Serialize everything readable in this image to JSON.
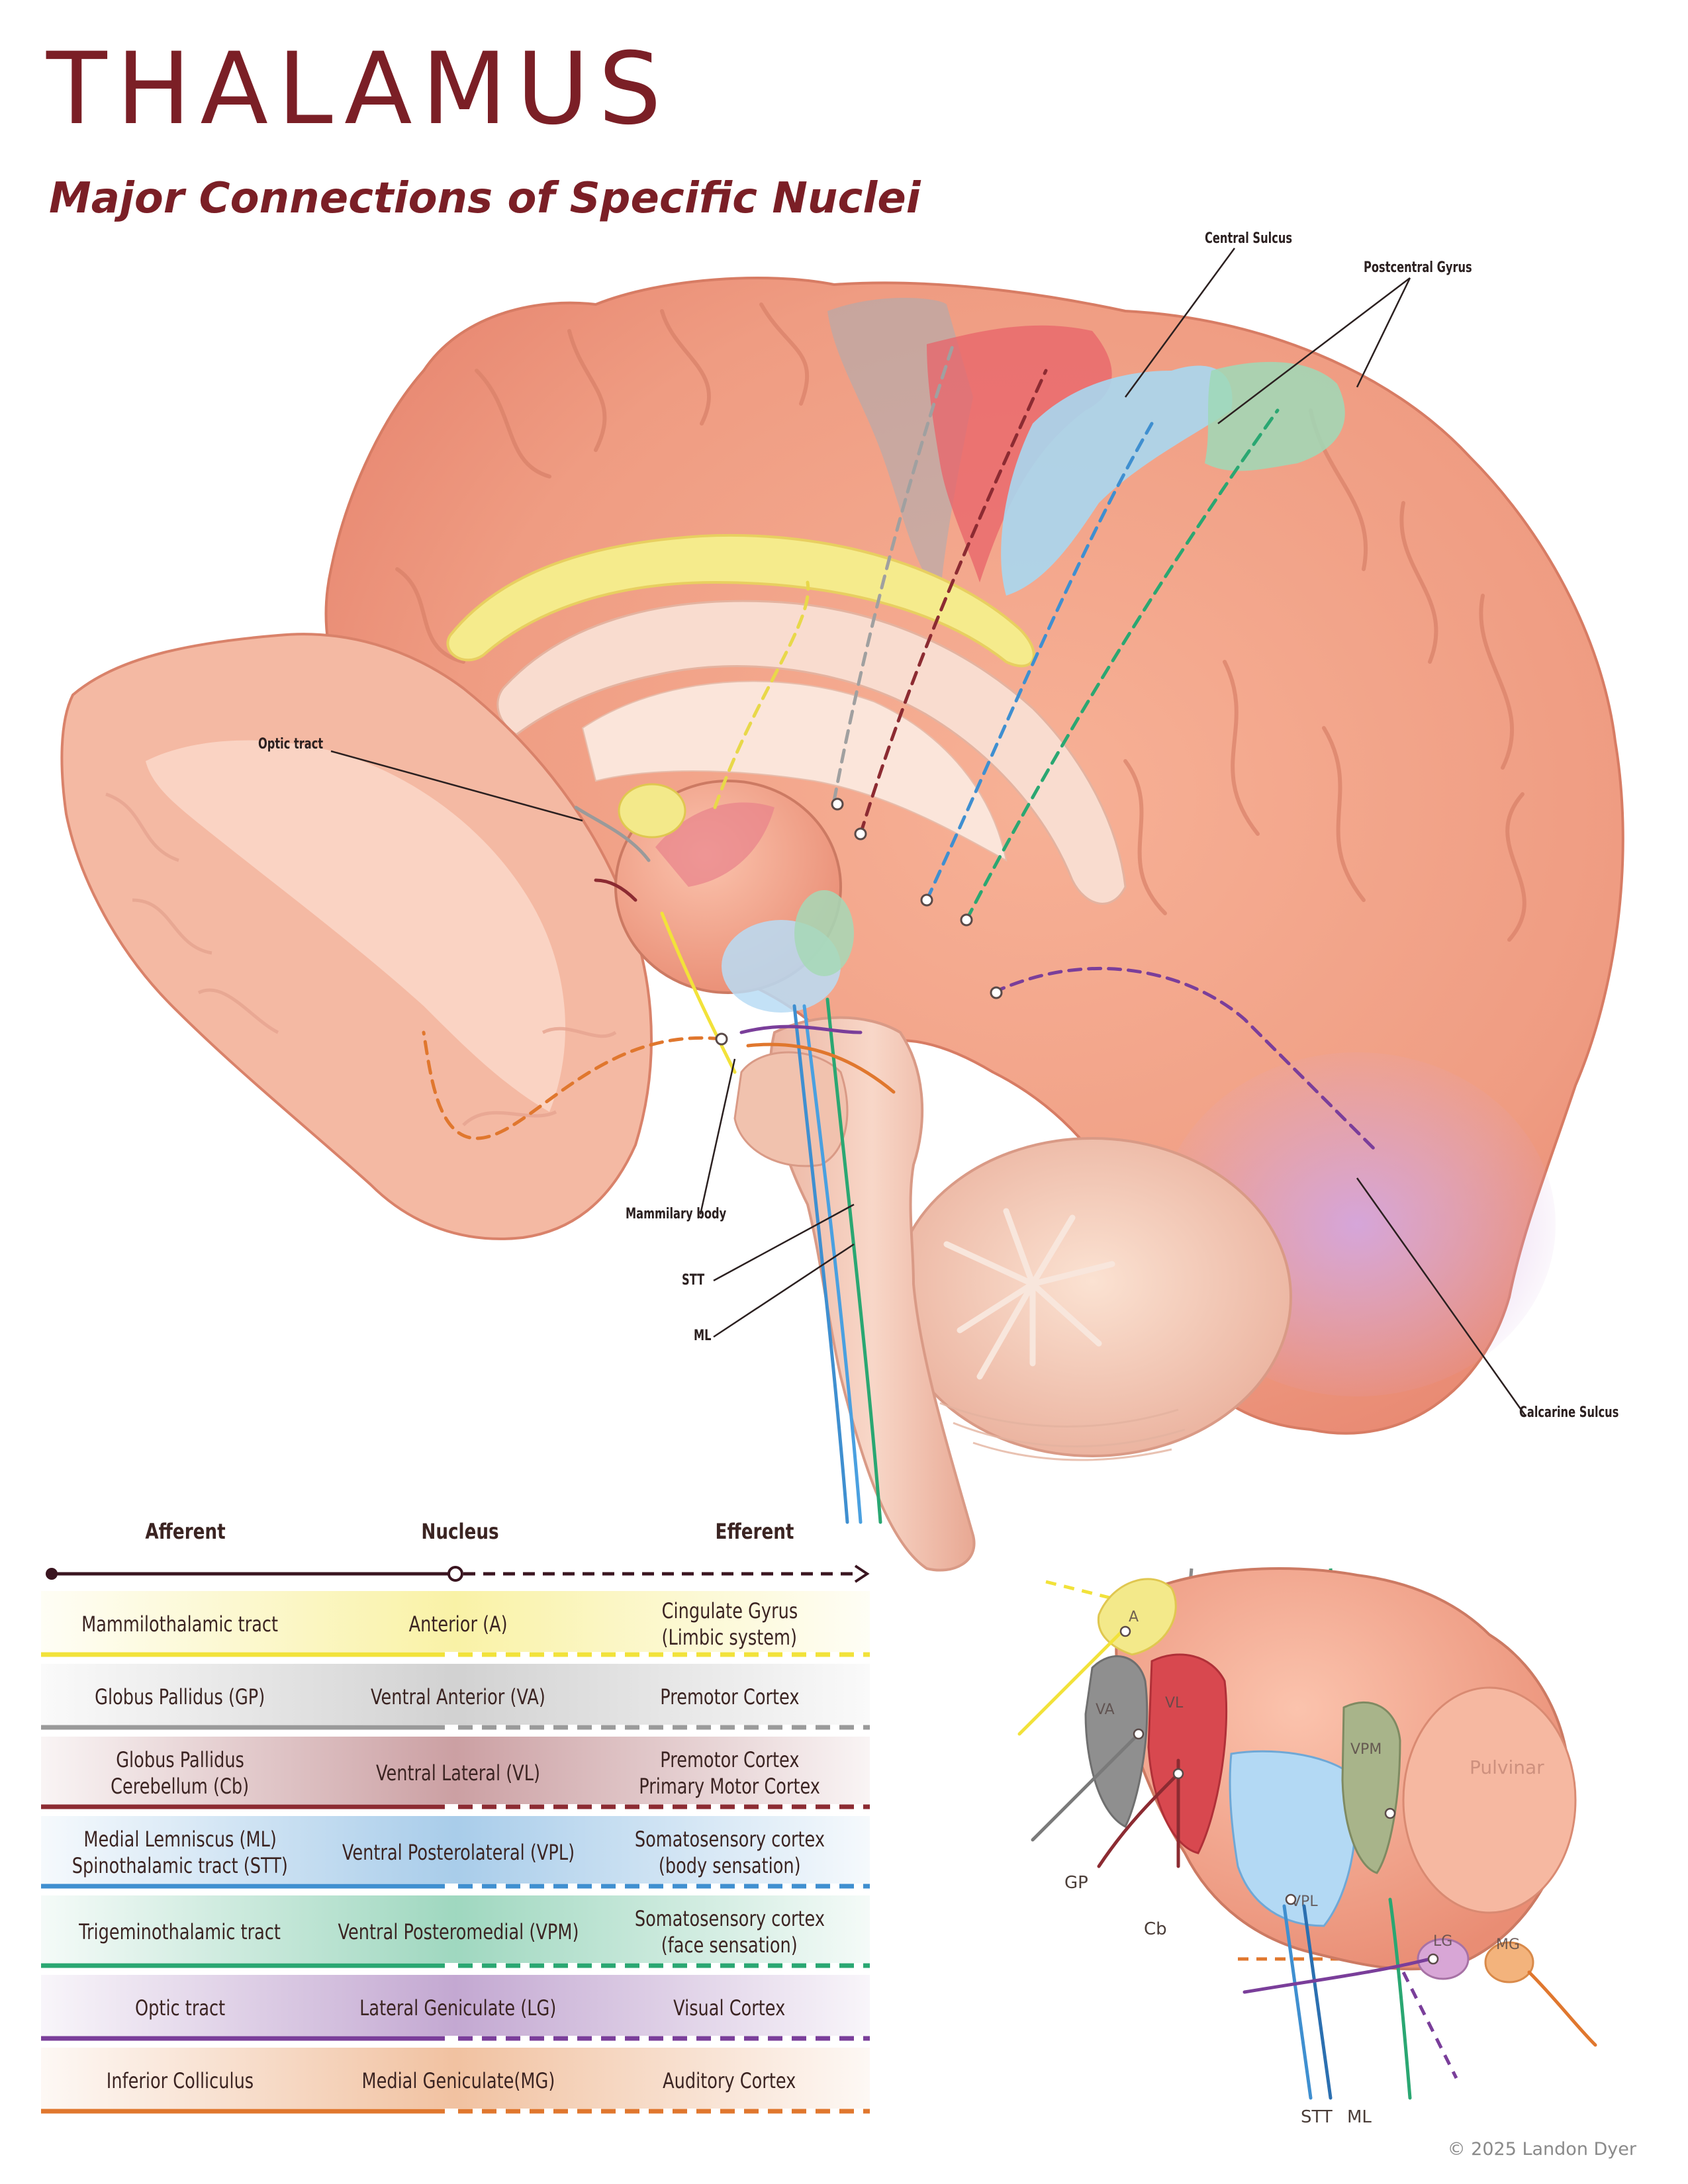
{
  "title": "THALAMUS",
  "subtitle": "Major Connections of Specific Nuclei",
  "brain_labels": {
    "central_sulcus": "Central Sulcus",
    "postcentral_gyrus": "Postcentral Gyrus",
    "optic_tract": "Optic tract",
    "mammilary_body": "Mammilary body",
    "stt": "STT",
    "ml": "ML",
    "calcarine_sulcus": "Calcarine Sulcus"
  },
  "legend": {
    "headers": {
      "afferent": "Afferent",
      "nucleus": "Nucleus",
      "efferent": "Efferent"
    },
    "rows": [
      {
        "afferent": [
          "Mammilothalamic tract"
        ],
        "nucleus": [
          "Anterior (A)"
        ],
        "efferent": [
          "Cingulate Gyrus",
          "(Limbic system)"
        ],
        "color": "#f2e23a"
      },
      {
        "afferent": [
          "Globus Pallidus (GP)"
        ],
        "nucleus": [
          "Ventral Anterior (VA)"
        ],
        "efferent": [
          "Premotor Cortex"
        ],
        "color": "#9a9a9a"
      },
      {
        "afferent": [
          "Globus Pallidus",
          "Cerebellum (Cb)"
        ],
        "nucleus": [
          "Ventral Lateral (VL)"
        ],
        "efferent": [
          "Premotor Cortex",
          "Primary Motor Cortex"
        ],
        "color": "#8c2b32"
      },
      {
        "afferent": [
          "Medial Lemniscus (ML)",
          "Spinothalamic tract (STT)"
        ],
        "nucleus": [
          "Ventral Posterolateral (VPL)"
        ],
        "efferent": [
          "Somatosensory cortex",
          "(body sensation)"
        ],
        "color": "#3f8fd0"
      },
      {
        "afferent": [
          "Trigeminothalamic tract"
        ],
        "nucleus": [
          "Ventral Posteromedial (VPM)"
        ],
        "efferent": [
          "Somatosensory cortex",
          "(face sensation)"
        ],
        "color": "#2aa772"
      },
      {
        "afferent": [
          "Optic tract"
        ],
        "nucleus": [
          "Lateral Geniculate (LG)"
        ],
        "efferent": [
          "Visual Cortex"
        ],
        "color": "#7a3e9a"
      },
      {
        "afferent": [
          "Inferior Colliculus"
        ],
        "nucleus": [
          "Medial Geniculate(MG)"
        ],
        "efferent": [
          "Auditory Cortex"
        ],
        "color": "#e0772e"
      }
    ]
  },
  "thalamus_inset": {
    "nuclei": [
      "A",
      "VA",
      "VL",
      "VPM",
      "VPL",
      "Pulvinar",
      "LG",
      "MG"
    ],
    "labels": {
      "gp": "GP",
      "cb": "Cb",
      "stt": "STT",
      "ml": "ML"
    }
  },
  "copyright": "© 2025 Landon Dyer"
}
